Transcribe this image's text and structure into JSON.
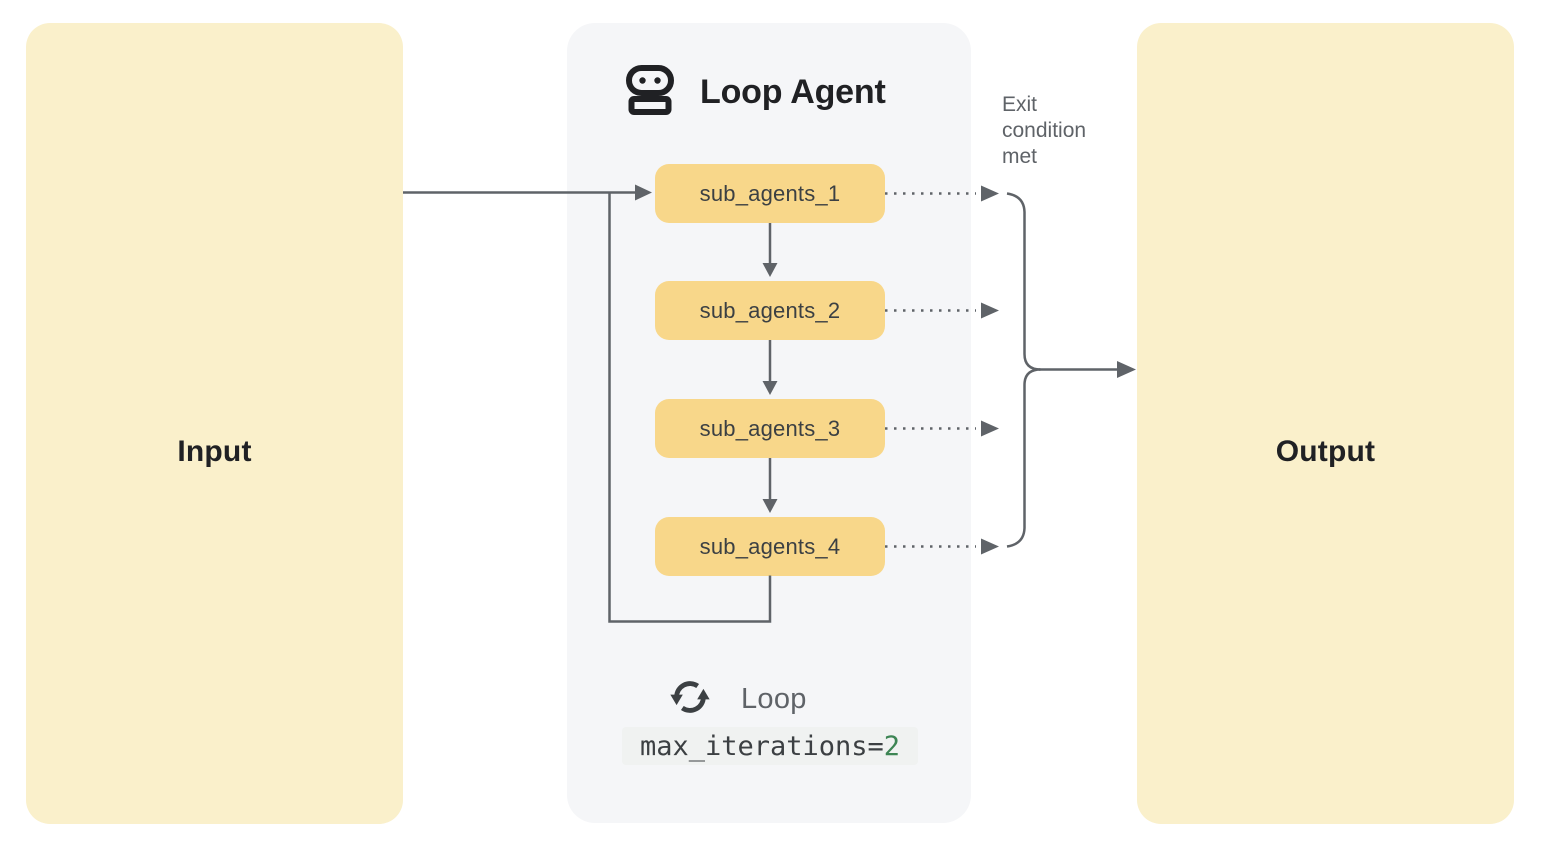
{
  "diagram": {
    "input": {
      "label": "Input"
    },
    "output": {
      "label": "Output"
    },
    "panel": {
      "title": "Loop Agent",
      "title_icon": "robot-icon",
      "sub_agents": [
        {
          "label": "sub_agents_1"
        },
        {
          "label": "sub_agents_2"
        },
        {
          "label": "sub_agents_3"
        },
        {
          "label": "sub_agents_4"
        }
      ],
      "footer": {
        "icon": "loop-icon",
        "label": "Loop",
        "code": {
          "prefix": "max_iterations=",
          "value": "2"
        }
      }
    },
    "annotations": {
      "exit_condition": "Exit\ncondition\nmet"
    }
  },
  "colors": {
    "node-fill": "#FAF0CB",
    "subagent-fill": "#F8D78A",
    "panel-fill": "#F5F6F8",
    "line": "#5F6368",
    "text-dark": "#202124",
    "text-gray": "#5F6368",
    "code-green": "#3D8554",
    "code-bg": "#F0F2F1",
    "code-text": "#3C4043"
  }
}
